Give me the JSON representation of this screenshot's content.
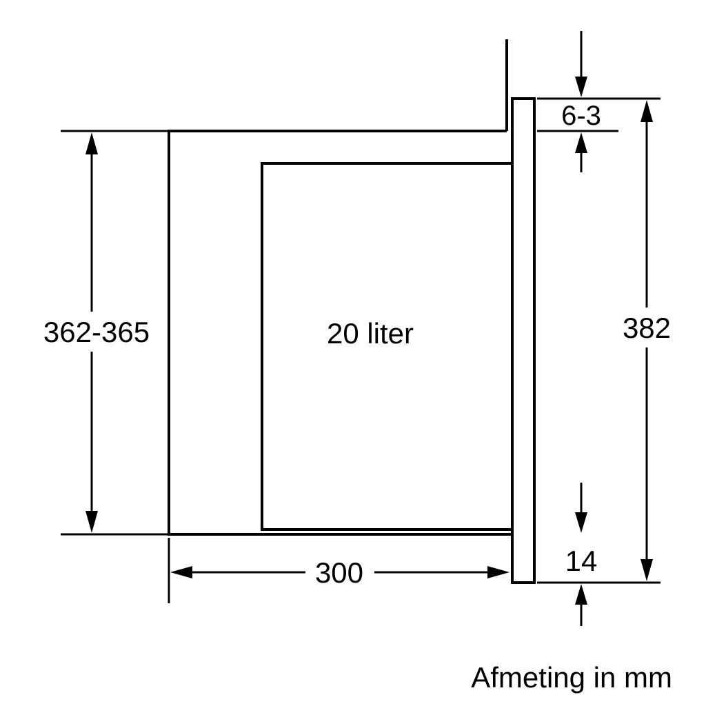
{
  "diagram": {
    "caption": "Afmeting in mm",
    "labels": {
      "niche_height": "362-365",
      "capacity": "20 liter",
      "depth": "300",
      "front_height": "382",
      "top_gap": "6-3",
      "bottom_overlap": "14"
    },
    "colors": {
      "line": "#000000",
      "background": "#ffffff"
    }
  }
}
